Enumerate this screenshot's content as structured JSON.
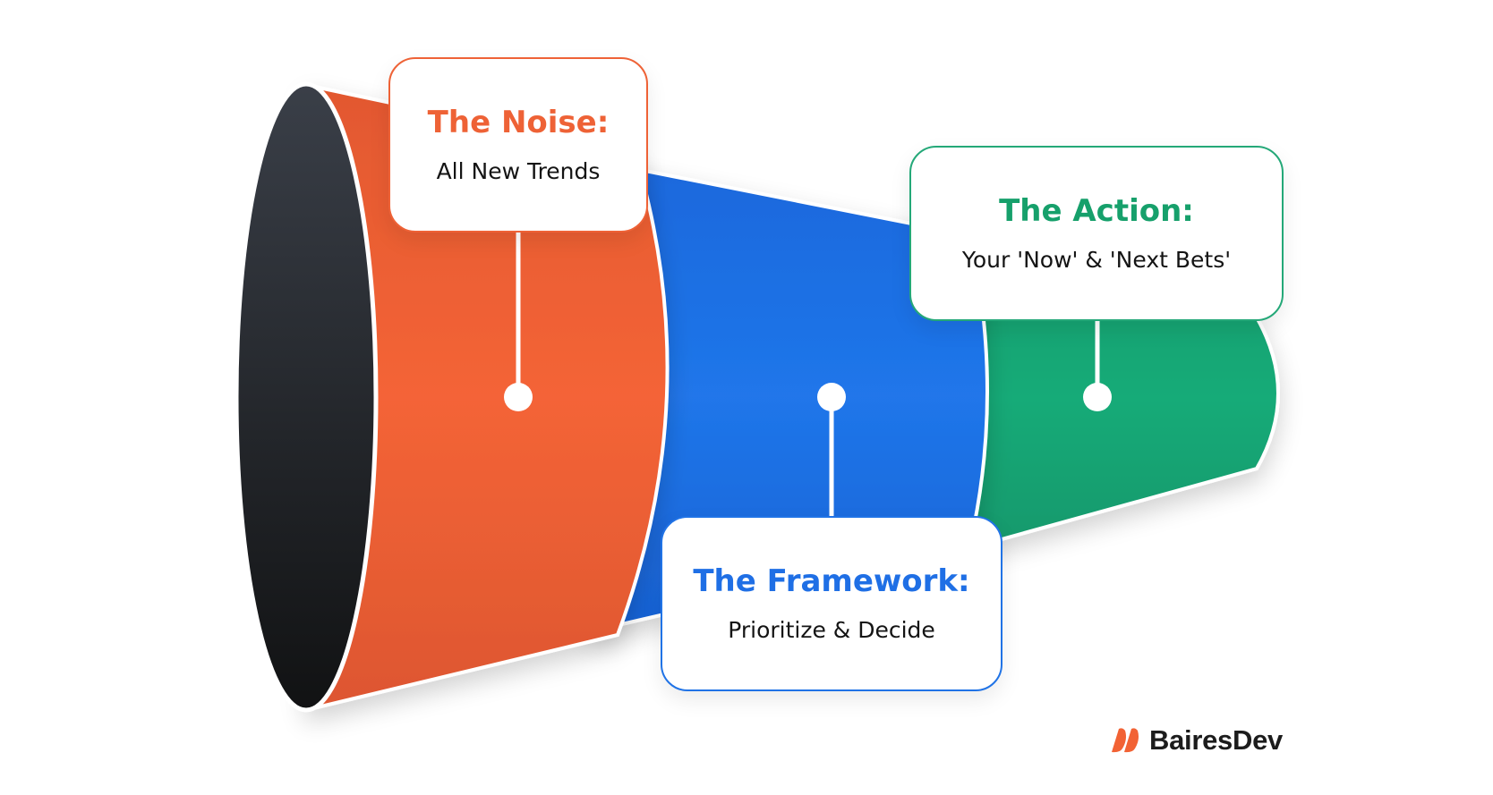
{
  "stages": [
    {
      "id": "noise",
      "title": "The Noise:",
      "subtitle": "All New Trends",
      "color": "#F26234"
    },
    {
      "id": "framework",
      "title": "The Framework:",
      "subtitle": "Prioritize & Decide",
      "color": "#1E6FE6"
    },
    {
      "id": "action",
      "title": "The Action:",
      "subtitle": "Your 'Now' & 'Next Bets'",
      "color": "#17A673"
    }
  ],
  "brand": {
    "name": "BairesDev",
    "logo_icon": "bairesdev-logo-icon",
    "color": "#F26234"
  },
  "colors": {
    "opening_dark": "#222428",
    "outline": "#ffffff"
  }
}
